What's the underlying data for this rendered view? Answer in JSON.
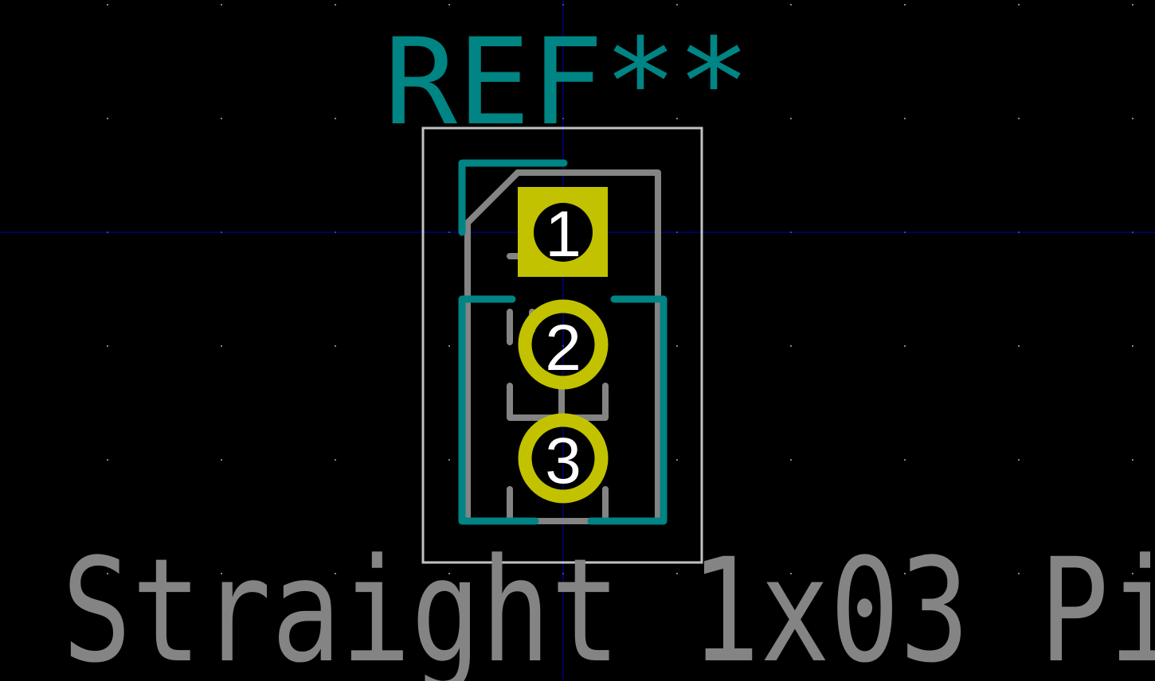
{
  "footprint": {
    "reference": "REF**",
    "value": "_Straight_1x03_Pi",
    "pads": [
      {
        "number": "1",
        "shape": "rect"
      },
      {
        "number": "2",
        "shape": "circle"
      },
      {
        "number": "3",
        "shape": "circle"
      }
    ]
  },
  "colors": {
    "background": "#000000",
    "silkscreen": "#008484",
    "fab": "#848484",
    "courtyard": "#c2c2c2",
    "pad": "#c2c200",
    "pad_number": "#ffffff",
    "grid": "#848484",
    "crosshair": "#0000c2"
  }
}
